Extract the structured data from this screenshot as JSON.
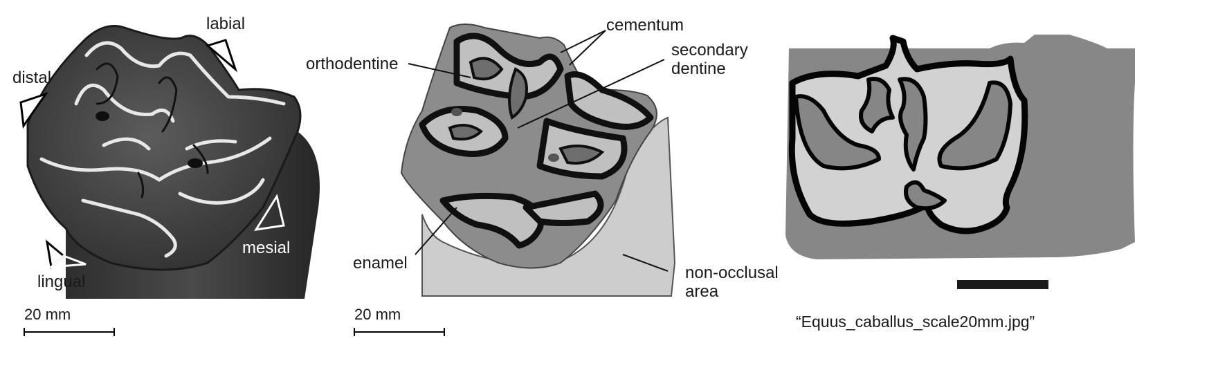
{
  "panels": {
    "photo": {
      "orientation_labels": {
        "labial": "labial",
        "distal": "distal",
        "mesial": "mesial",
        "lingual": "lingual"
      },
      "scale_label": "20 mm"
    },
    "annotated": {
      "labels": {
        "cementum": "cementum",
        "orthodentine": "orthodentine",
        "secondary_dentine": [
          "secondary",
          "dentine"
        ],
        "enamel": "enamel",
        "non_occlusal": [
          "non-occlusal",
          "area"
        ]
      },
      "scale_label": "20 mm"
    },
    "segmented": {
      "filename": "“Equus_caballus_scale20mm.jpg”"
    }
  },
  "colors": {
    "enamel": "#0d0d0d",
    "dentine": "#d0d0d0",
    "cementum": "#8a8a8a",
    "non_occlusal": "#c9c9c9",
    "photo_dark": "#3a3a3a"
  }
}
